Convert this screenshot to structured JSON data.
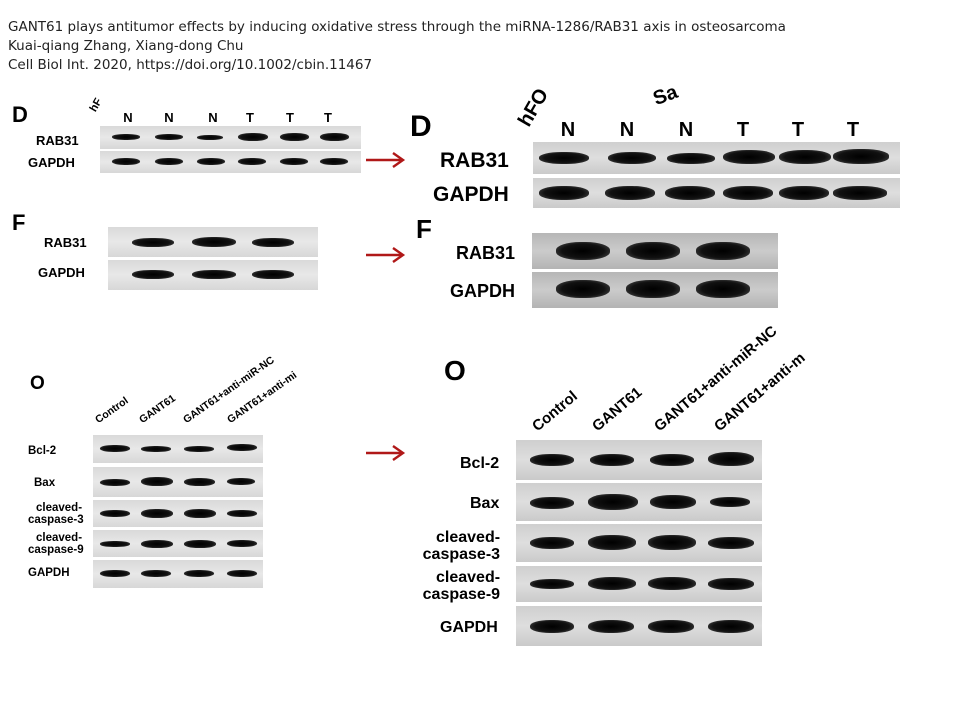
{
  "header": {
    "title": "GANT61 plays antitumor effects by inducing oxidative stress through the miRNA-1286/RAB31 axis in osteosarcoma",
    "authors": "Kuai-qiang Zhang, Xiang-dong Chu",
    "citation": "Cell Biol Int. 2020, https://doi.org/10.1002/cbin.11467"
  },
  "panels": {
    "d_left": {
      "label": "D",
      "cut_label": "hF",
      "lanes": [
        "N",
        "N",
        "N",
        "T",
        "T",
        "T"
      ],
      "rows": [
        "RAB31",
        "GAPDH"
      ]
    },
    "d_right": {
      "label": "D",
      "cut_label": "hFO",
      "cut_label2": "Sa",
      "lanes": [
        "N",
        "N",
        "N",
        "T",
        "T",
        "T"
      ],
      "rows": [
        "RAB31",
        "GAPDH"
      ]
    },
    "f_left": {
      "label": "F",
      "rows": [
        "RAB31",
        "GAPDH"
      ]
    },
    "f_right": {
      "label": "F",
      "rows": [
        "RAB31",
        "GAPDH"
      ]
    },
    "o_left": {
      "label": "O",
      "lanes": [
        "Control",
        "GANT61",
        "GANT61+anti-miR-NC",
        "GANT61+anti-mi"
      ],
      "rows": [
        {
          "l1": "Bcl-2",
          "l2": ""
        },
        {
          "l1": "Bax",
          "l2": ""
        },
        {
          "l1": "cleaved-",
          "l2": "caspase-3"
        },
        {
          "l1": "cleaved-",
          "l2": "caspase-9"
        },
        {
          "l1": "GAPDH",
          "l2": ""
        }
      ]
    },
    "o_right": {
      "label": "O",
      "lanes": [
        "Control",
        "GANT61",
        "GANT61+anti-miR-NC",
        "GANT61+anti-m"
      ],
      "rows": [
        {
          "l1": "Bcl-2",
          "l2": ""
        },
        {
          "l1": "Bax",
          "l2": ""
        },
        {
          "l1": "cleaved-",
          "l2": "caspase-3"
        },
        {
          "l1": "cleaved-",
          "l2": "caspase-9"
        },
        {
          "l1": "GAPDH",
          "l2": ""
        }
      ]
    }
  },
  "colors": {
    "arrow": "#b01818",
    "text": "#222222",
    "band": "#000000"
  }
}
